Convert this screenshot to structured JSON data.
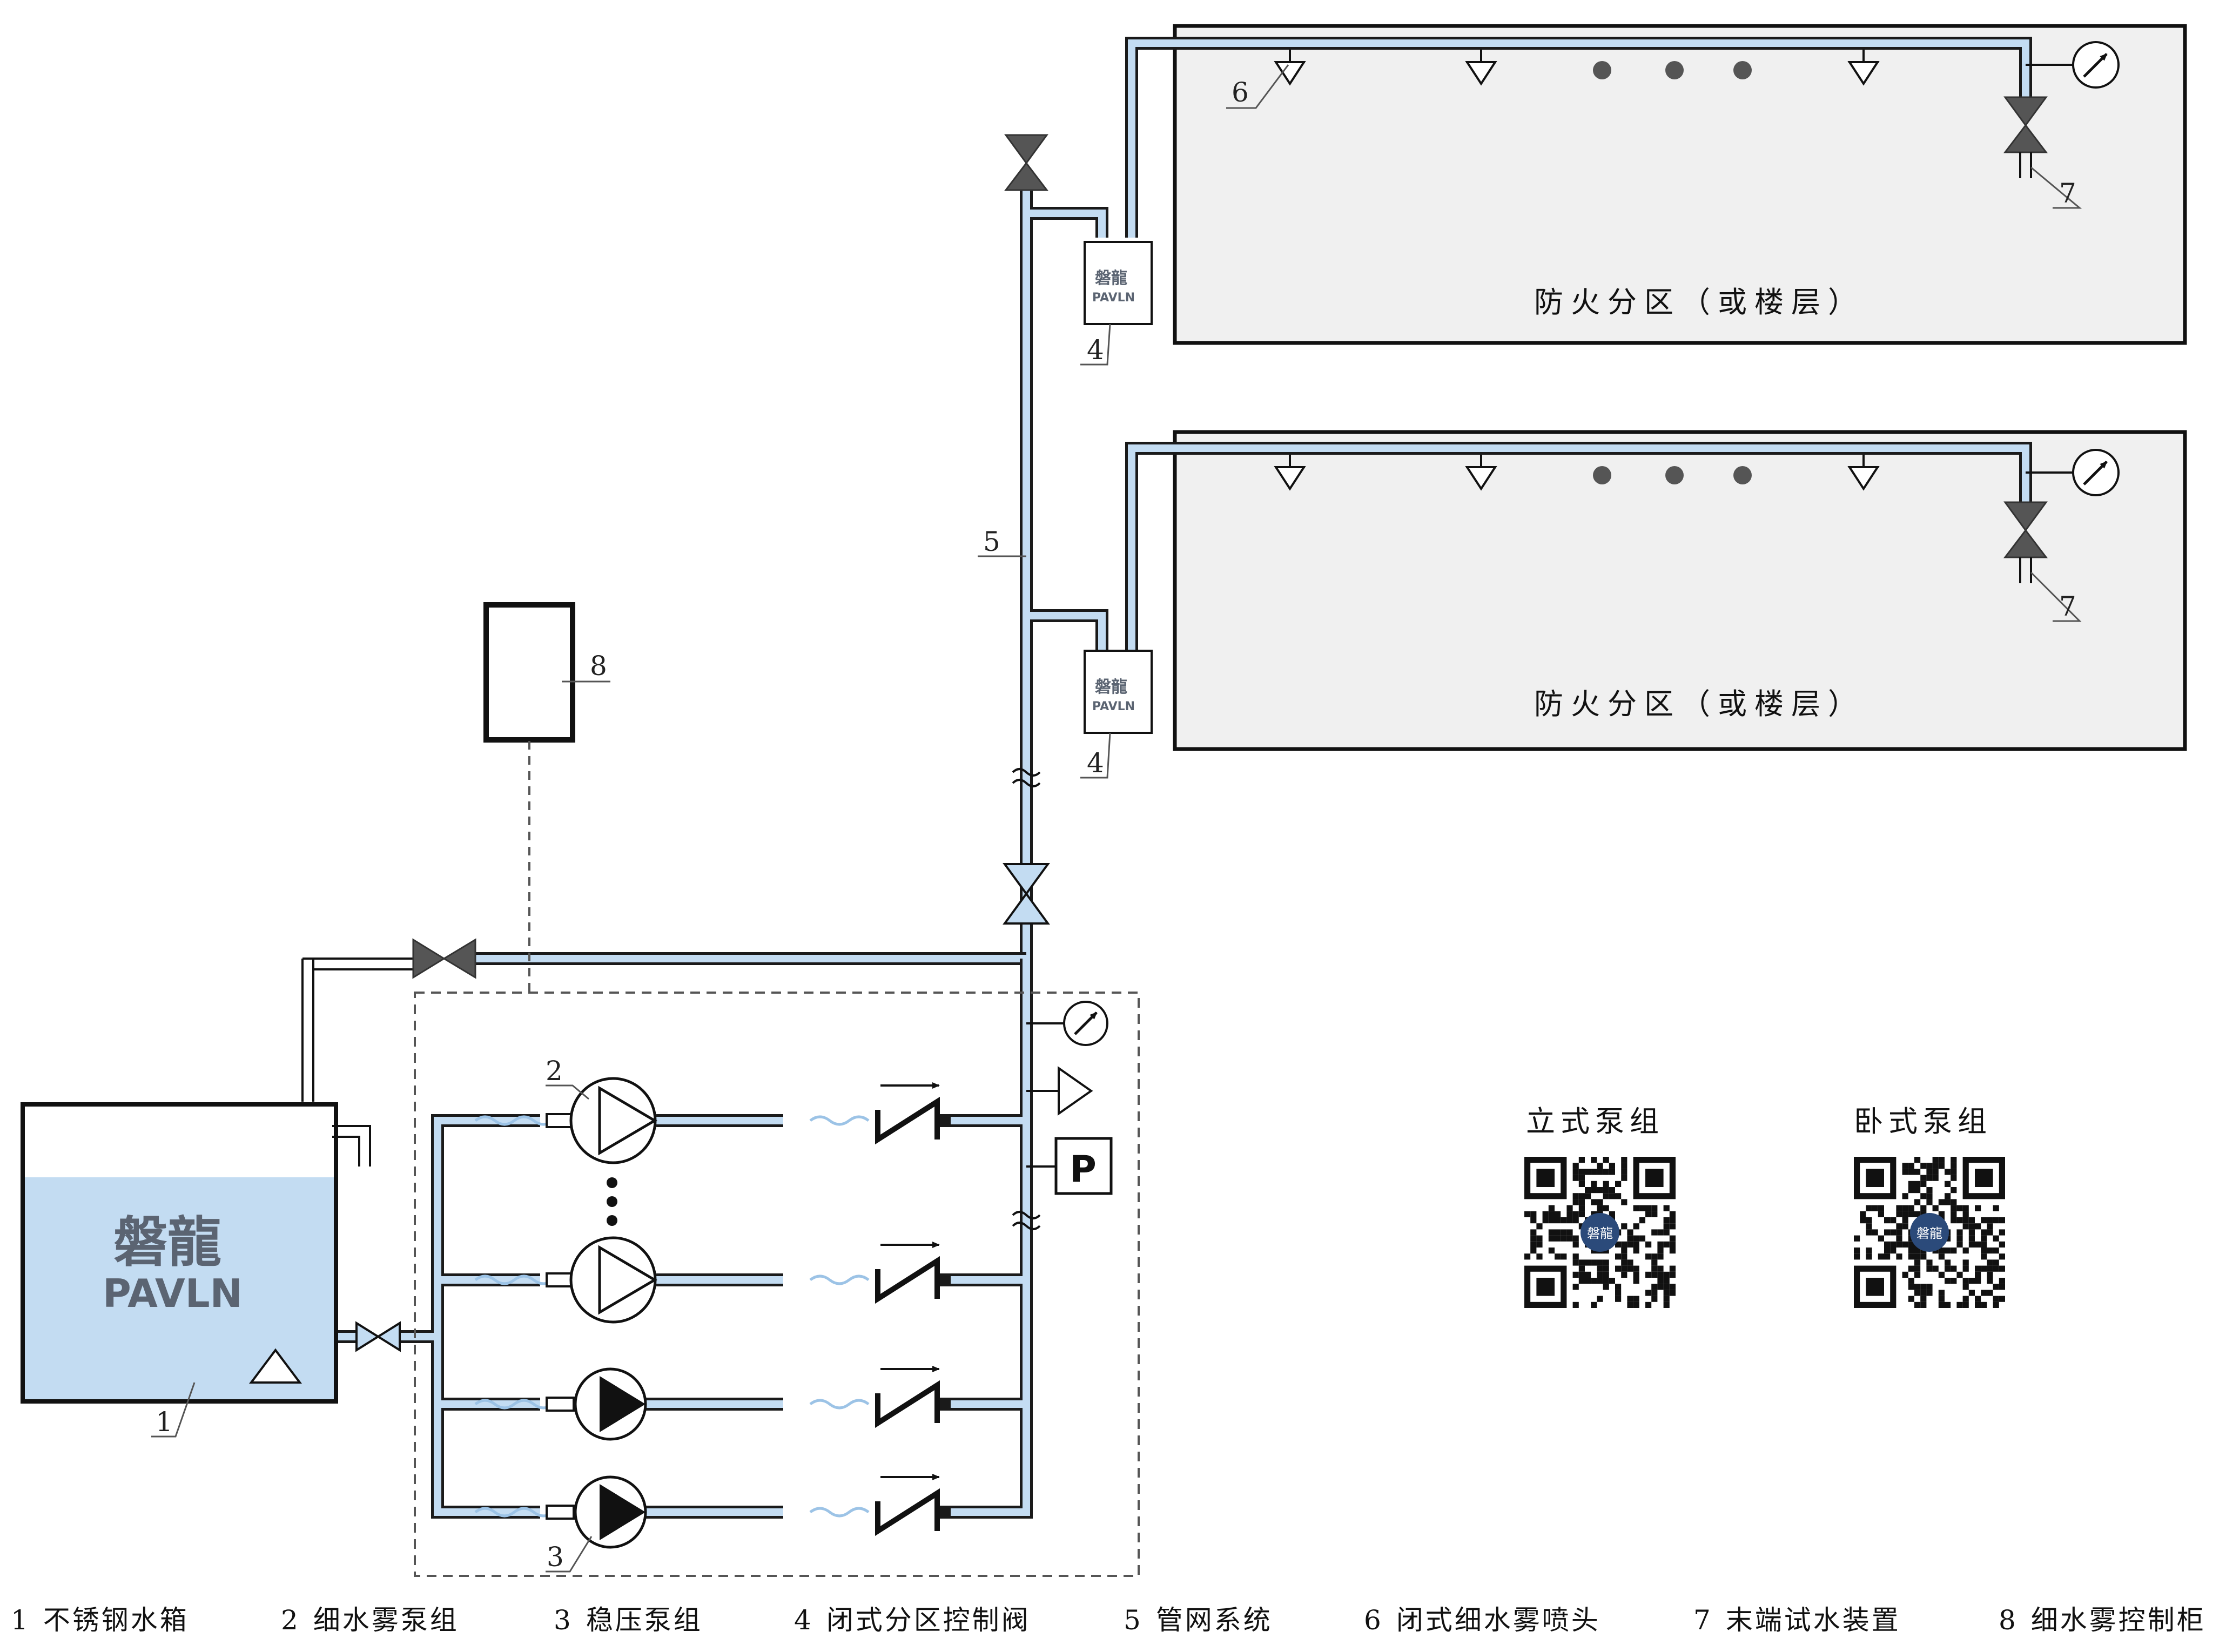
{
  "tank": {
    "logo_cn": "磐龍",
    "logo_en": "PAVLN"
  },
  "valve_logo": {
    "cn": "磐龍",
    "en": "PAVLN"
  },
  "zones": [
    {
      "label": "防火分区（或楼层）"
    },
    {
      "label": "防火分区（或楼层）"
    }
  ],
  "callouts": {
    "n1": "1",
    "n2": "2",
    "n3": "3",
    "n4a": "4",
    "n4b": "4",
    "n5": "5",
    "n6": "6",
    "n7a": "7",
    "n7b": "7",
    "n8": "8"
  },
  "pressure_switch": "P",
  "qr_codes": [
    {
      "title": "立式泵组",
      "center": "磐龍"
    },
    {
      "title": "卧式泵组",
      "center": "磐龍"
    }
  ],
  "legend": [
    {
      "num": "1",
      "text": "不锈钢水箱"
    },
    {
      "num": "2",
      "text": "细水雾泵组"
    },
    {
      "num": "3",
      "text": "稳压泵组"
    },
    {
      "num": "4",
      "text": "闭式分区控制阀"
    },
    {
      "num": "5",
      "text": "管网系统"
    },
    {
      "num": "6",
      "text": "闭式细水雾喷头"
    },
    {
      "num": "7",
      "text": "末端试水装置"
    },
    {
      "num": "8",
      "text": "细水雾控制柜"
    }
  ],
  "colors": {
    "pipe_fill": "#c3dcf2",
    "tank_water": "#c3dcf2",
    "zone_fill": "#f0f0f0",
    "valve": "#555555",
    "qr_center": "#2b4a7a"
  }
}
